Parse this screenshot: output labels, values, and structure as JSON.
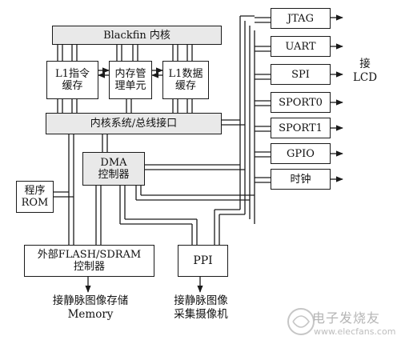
{
  "blocks": {
    "core": "Blackfin 内核",
    "l1_instr": "L1指令\n缓存",
    "mmu": "内存管\n理单元",
    "l1_data": "L1数据\n缓存",
    "bus": "内核系统/总线接口",
    "dma": "DMA\n控制器",
    "rom": "程序\nROM",
    "ext_mem": "外部FLASH/SDRAM\n控制器",
    "ppi": "PPI"
  },
  "peripherals": [
    "JTAG",
    "UART",
    "SPI",
    "SPORT0",
    "SPORT1",
    "GPIO",
    "时钟"
  ],
  "labels": {
    "lcd": "接\nLCD",
    "memory": "接静脉图像存储\nMemory",
    "camera": "接静脉图像\n采集摄像机"
  },
  "watermark": {
    "text": "电子发烧友",
    "url": "www.elecfans.com"
  }
}
